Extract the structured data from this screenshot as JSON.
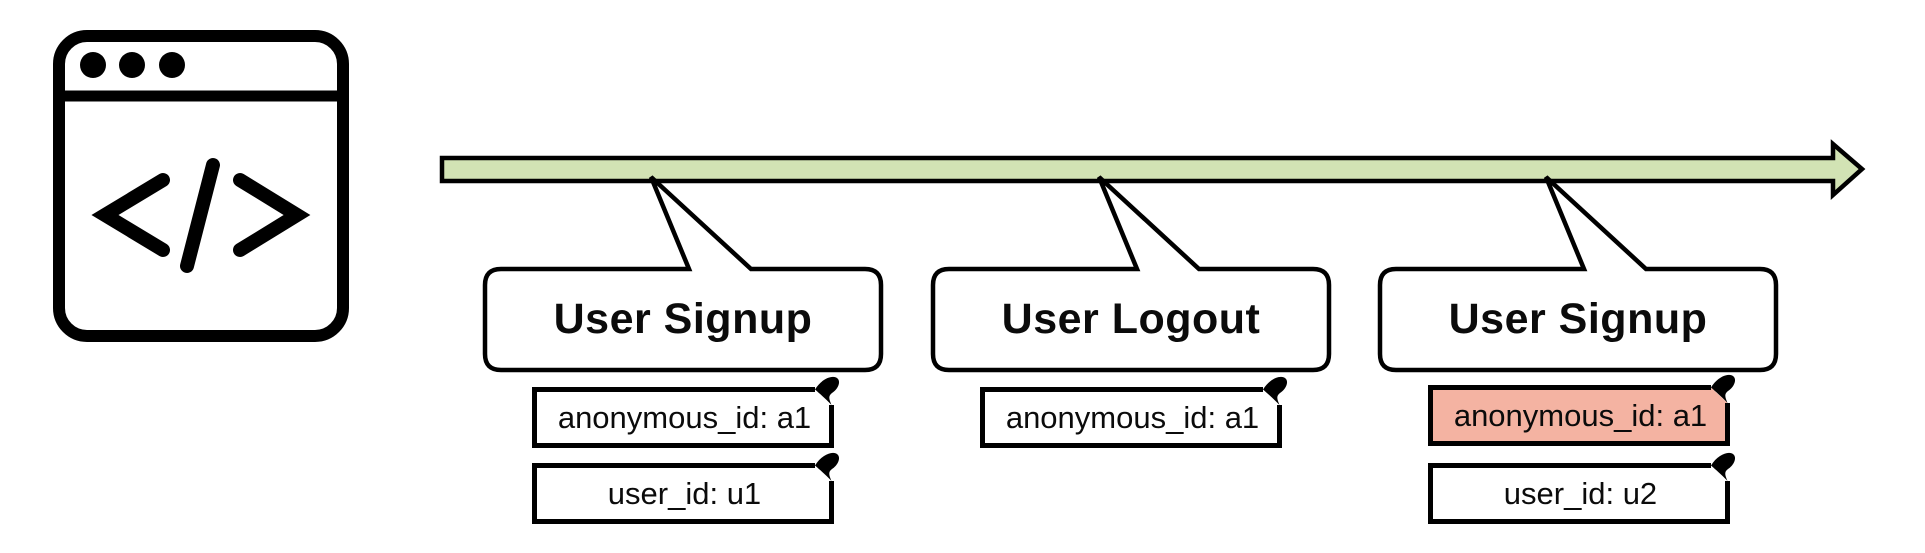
{
  "diagram": {
    "icons": {
      "source": "browser-code-icon"
    },
    "colors": {
      "timeline": "#d2e3b4",
      "callout_bg": "#ffffff",
      "note_bg": "#ffffff",
      "note_highlight": "#f4b3a2",
      "stroke": "#000000"
    },
    "events": [
      {
        "label": "User Signup",
        "properties": [
          {
            "text": "anonymous_id: a1",
            "highlighted": false
          },
          {
            "text": "user_id: u1",
            "highlighted": false
          }
        ]
      },
      {
        "label": "User Logout",
        "properties": [
          {
            "text": "anonymous_id: a1",
            "highlighted": false
          }
        ]
      },
      {
        "label": "User Signup",
        "properties": [
          {
            "text": "anonymous_id: a1",
            "highlighted": true
          },
          {
            "text": "user_id: u2",
            "highlighted": false
          }
        ]
      }
    ]
  }
}
